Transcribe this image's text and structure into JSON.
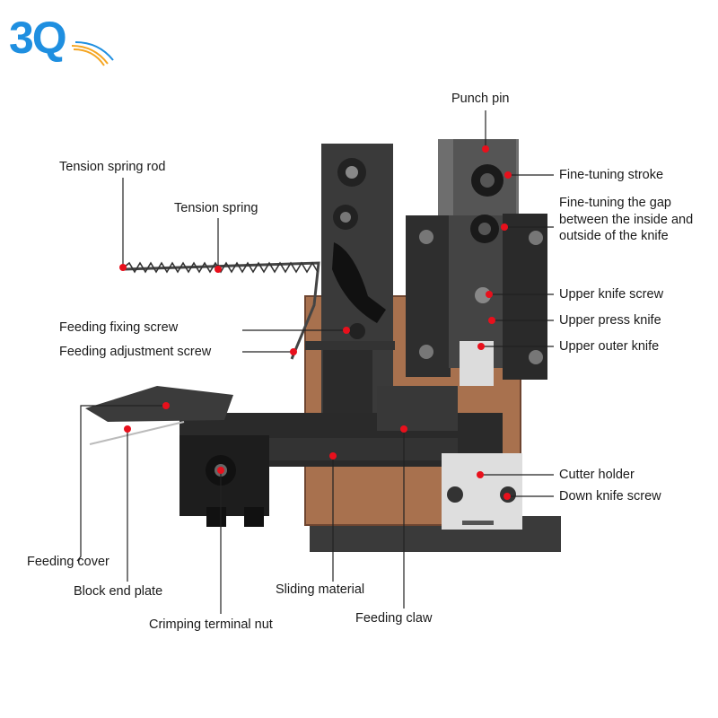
{
  "logo": {
    "text": "3Q",
    "color": "#1f8fe0",
    "accent": "#f5a623"
  },
  "labels": {
    "punch_pin": "Punch pin",
    "tension_spring_rod": "Tension spring rod",
    "tension_spring": "Tension spring",
    "fine_tuning_stroke": "Fine-tuning stroke",
    "fine_tuning_gap": "Fine-tuning the gap between the inside and outside of the knife",
    "upper_knife_screw": "Upper knife screw",
    "upper_press_knife": "Upper press knife",
    "upper_outer_knife": "Upper outer knife",
    "feeding_fixing_screw": "Feeding fixing screw",
    "feeding_adjustment_screw": "Feeding adjustment screw",
    "cutter_holder": "Cutter holder",
    "down_knife_screw": "Down knife screw",
    "feeding_cover": "Feeding cover",
    "block_end_plate": "Block end plate",
    "sliding_material": "Sliding material",
    "crimping_terminal_nut": "Crimping terminal nut",
    "feeding_claw": "Feeding claw"
  },
  "colors": {
    "marker": "#e8101c",
    "leader": "#222222",
    "copper": "#a8714e",
    "steel": "#2b2b2b",
    "silver": "#d9d9d9"
  }
}
